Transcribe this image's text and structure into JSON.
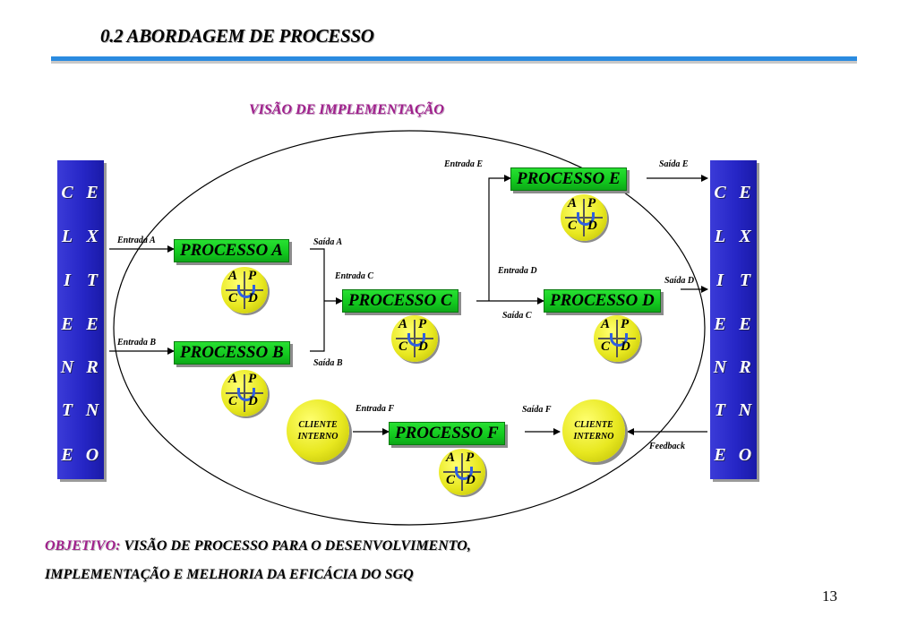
{
  "header": {
    "title": "0.2 ABORDAGEM DE PROCESSO",
    "subtitle": "VISÃO DE IMPLEMENTAÇÃO"
  },
  "bars": {
    "left": [
      "C",
      "E",
      "L",
      "X",
      "I",
      "T",
      "E",
      "E",
      "N",
      "R",
      "T",
      "N",
      "E",
      "O"
    ],
    "right": [
      "C",
      "E",
      "L",
      "X",
      "I",
      "T",
      "E",
      "E",
      "N",
      "R",
      "T",
      "N",
      "E",
      "O"
    ]
  },
  "processes": {
    "a": "PROCESSO A",
    "b": "PROCESSO B",
    "c": "PROCESSO C",
    "d": "PROCESSO D",
    "e": "PROCESSO E",
    "f": "PROCESSO F"
  },
  "pdca": {
    "a": "A",
    "p": "P",
    "c": "C",
    "d": "D"
  },
  "clients": {
    "left": "CLIENTE INTERNO",
    "right": "CLIENTE INTERNO"
  },
  "labels": {
    "entrada_a": "Entrada A",
    "entrada_b": "Entrada B",
    "saida_a": "Saída A",
    "saida_b": "Saída B",
    "entrada_c": "Entrada C",
    "saida_c": "Saída C",
    "entrada_d": "Entrada D",
    "saida_d": "Saída D",
    "entrada_e": "Entrada E",
    "saida_e": "Saída E",
    "entrada_f": "Entrada F",
    "saida_f": "Saída F",
    "feedback": "Feedback"
  },
  "footer": {
    "objective_key": "OBJETIVO:",
    "objective_line1": "VISÃO DE PROCESSO PARA O DESENVOLVIMENTO,",
    "objective_line2": "IMPLEMENTAÇÃO E MELHORIA DA EFICÁCIA DO SGQ",
    "page_number": "13"
  },
  "colors": {
    "accent_blue": "#2a8be0",
    "bar_blue": "#2626c6",
    "process_green": "#12c81e",
    "pdca_yellow": "#e8e820",
    "subtitle_magenta": "#a0208c"
  }
}
